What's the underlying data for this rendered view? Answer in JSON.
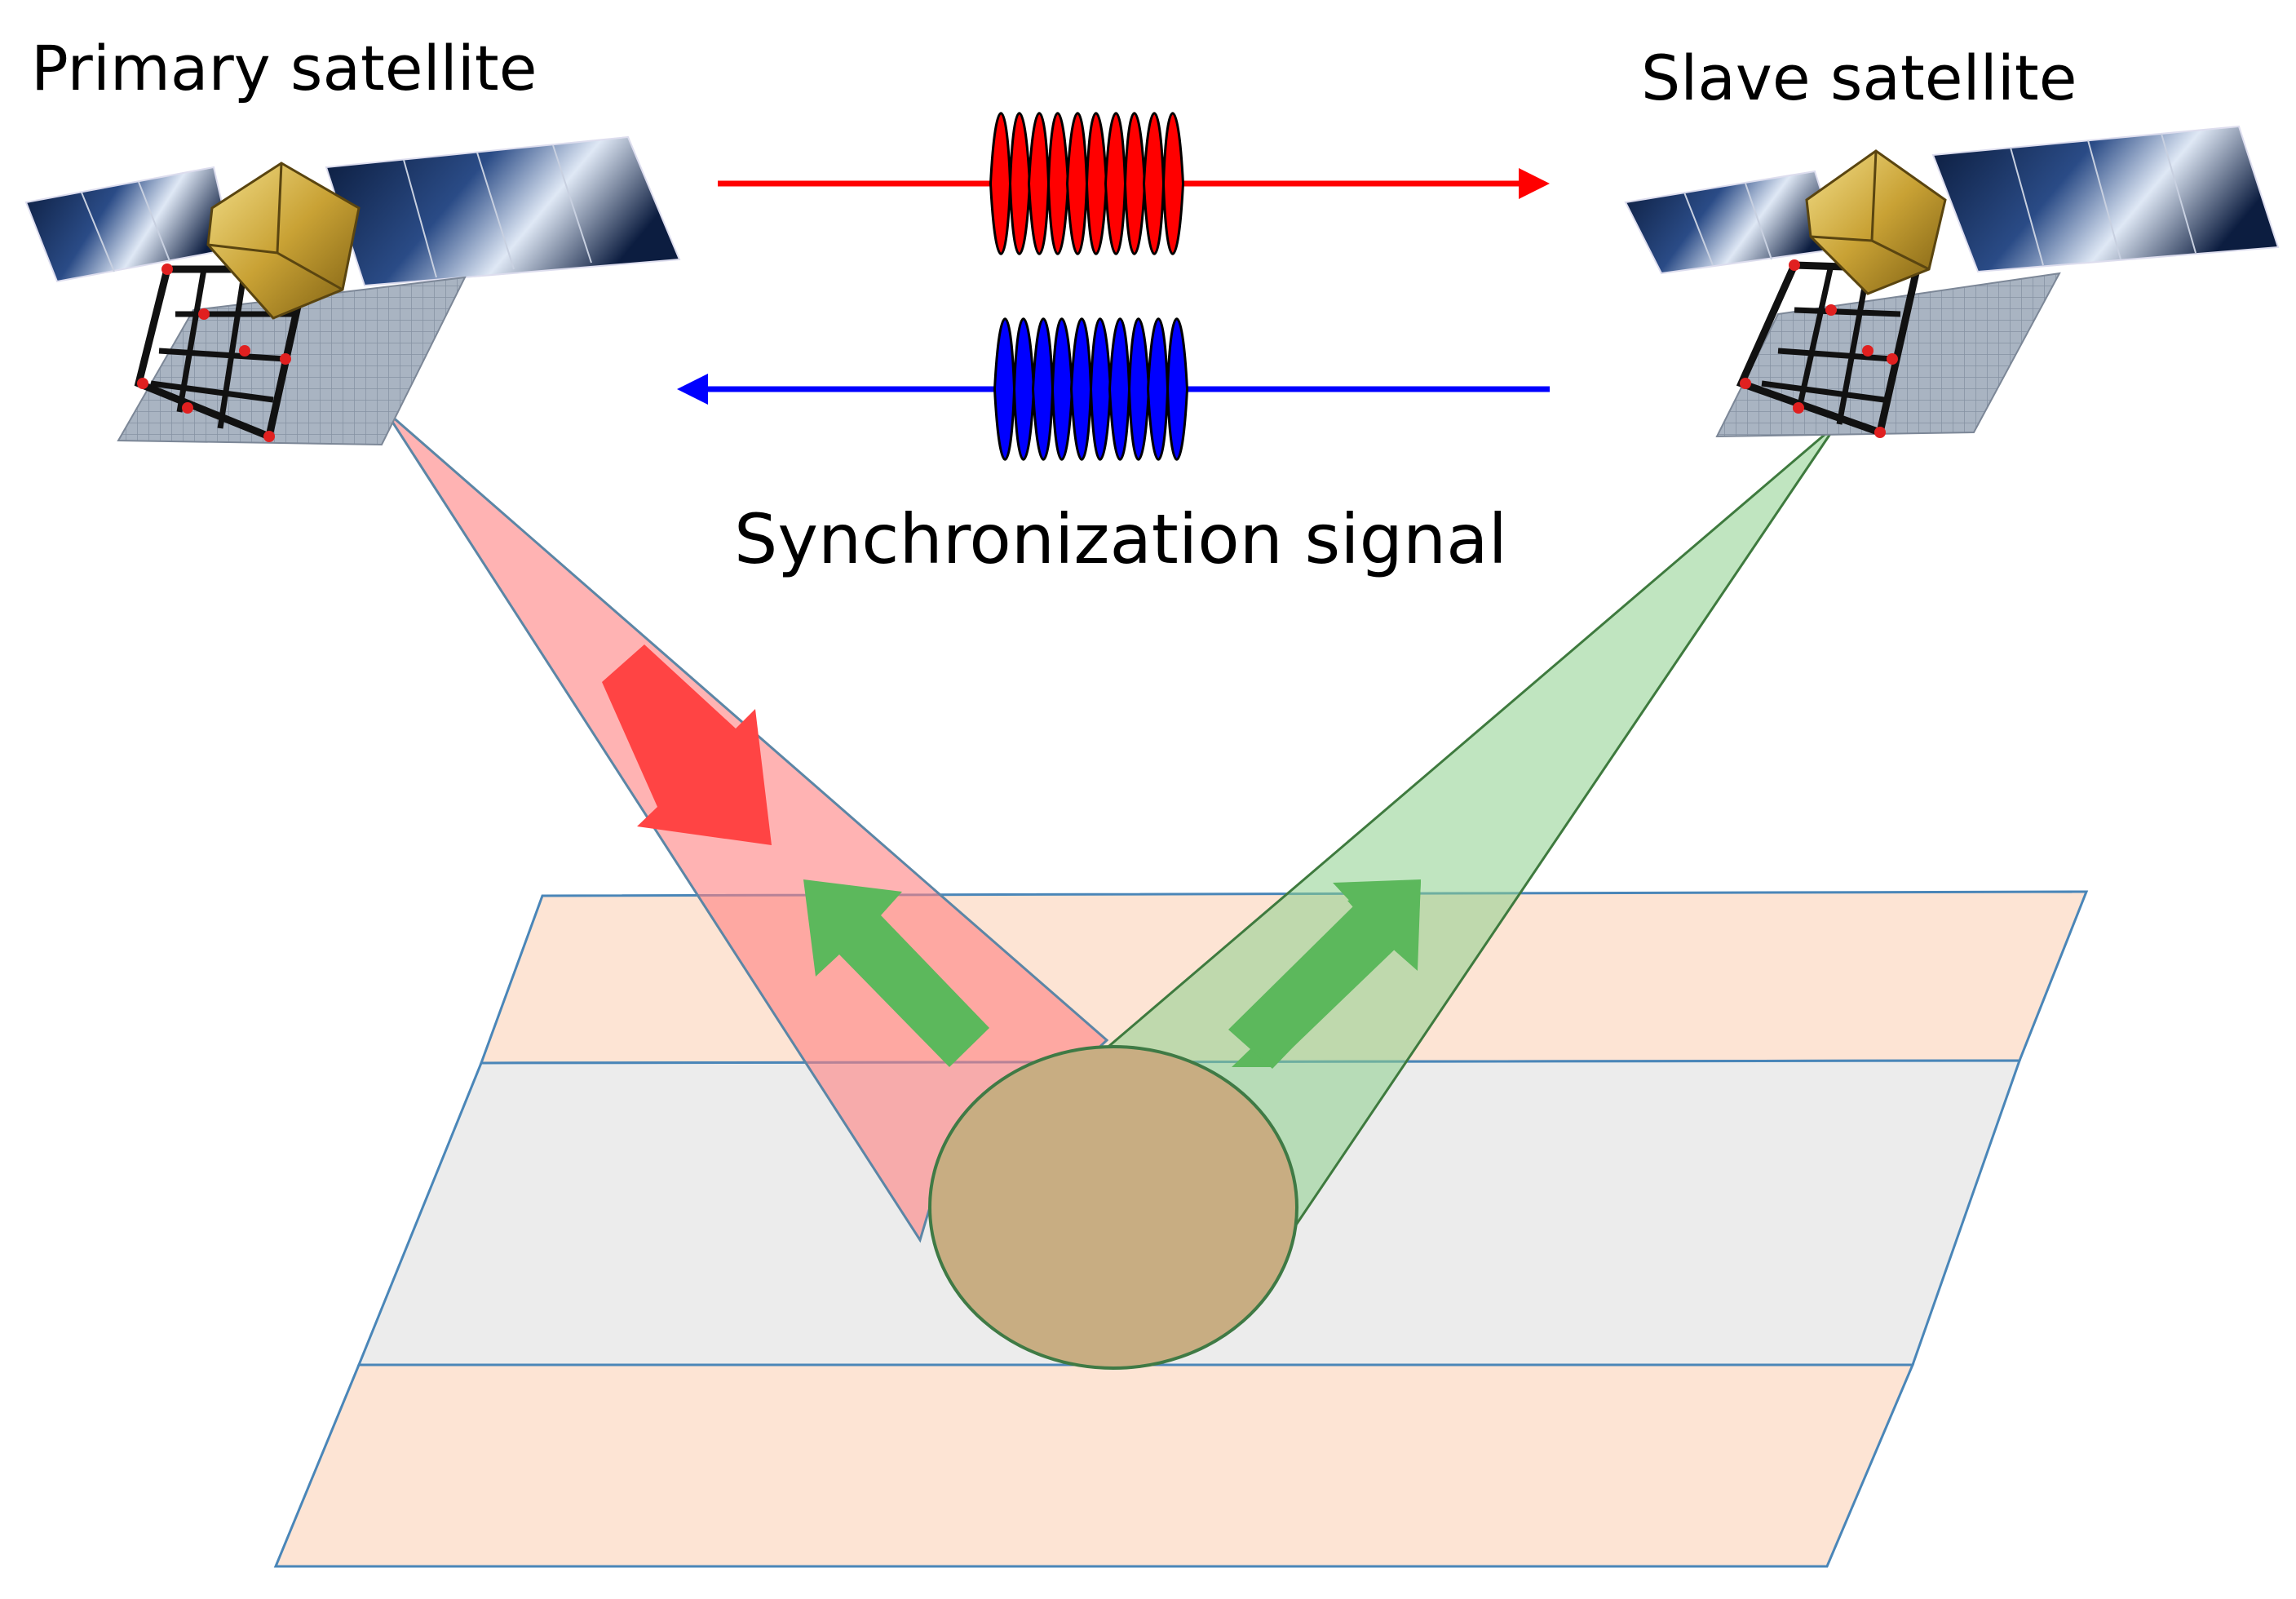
{
  "labels": {
    "primary": "Primary satellite",
    "slave": "Slave satellite",
    "sync": "Synchronization signal"
  },
  "colors": {
    "forward_signal": "#ff0000",
    "return_signal": "#0000ff",
    "primary_beam": "#ff8080",
    "slave_beam": "#8cd08c",
    "tx_arrow": "#ff4444",
    "rx_arrow": "#5cb85c",
    "footprint": "#c8ad82",
    "ground_band": "#fde4d4",
    "ground_mid": "#ececec"
  }
}
